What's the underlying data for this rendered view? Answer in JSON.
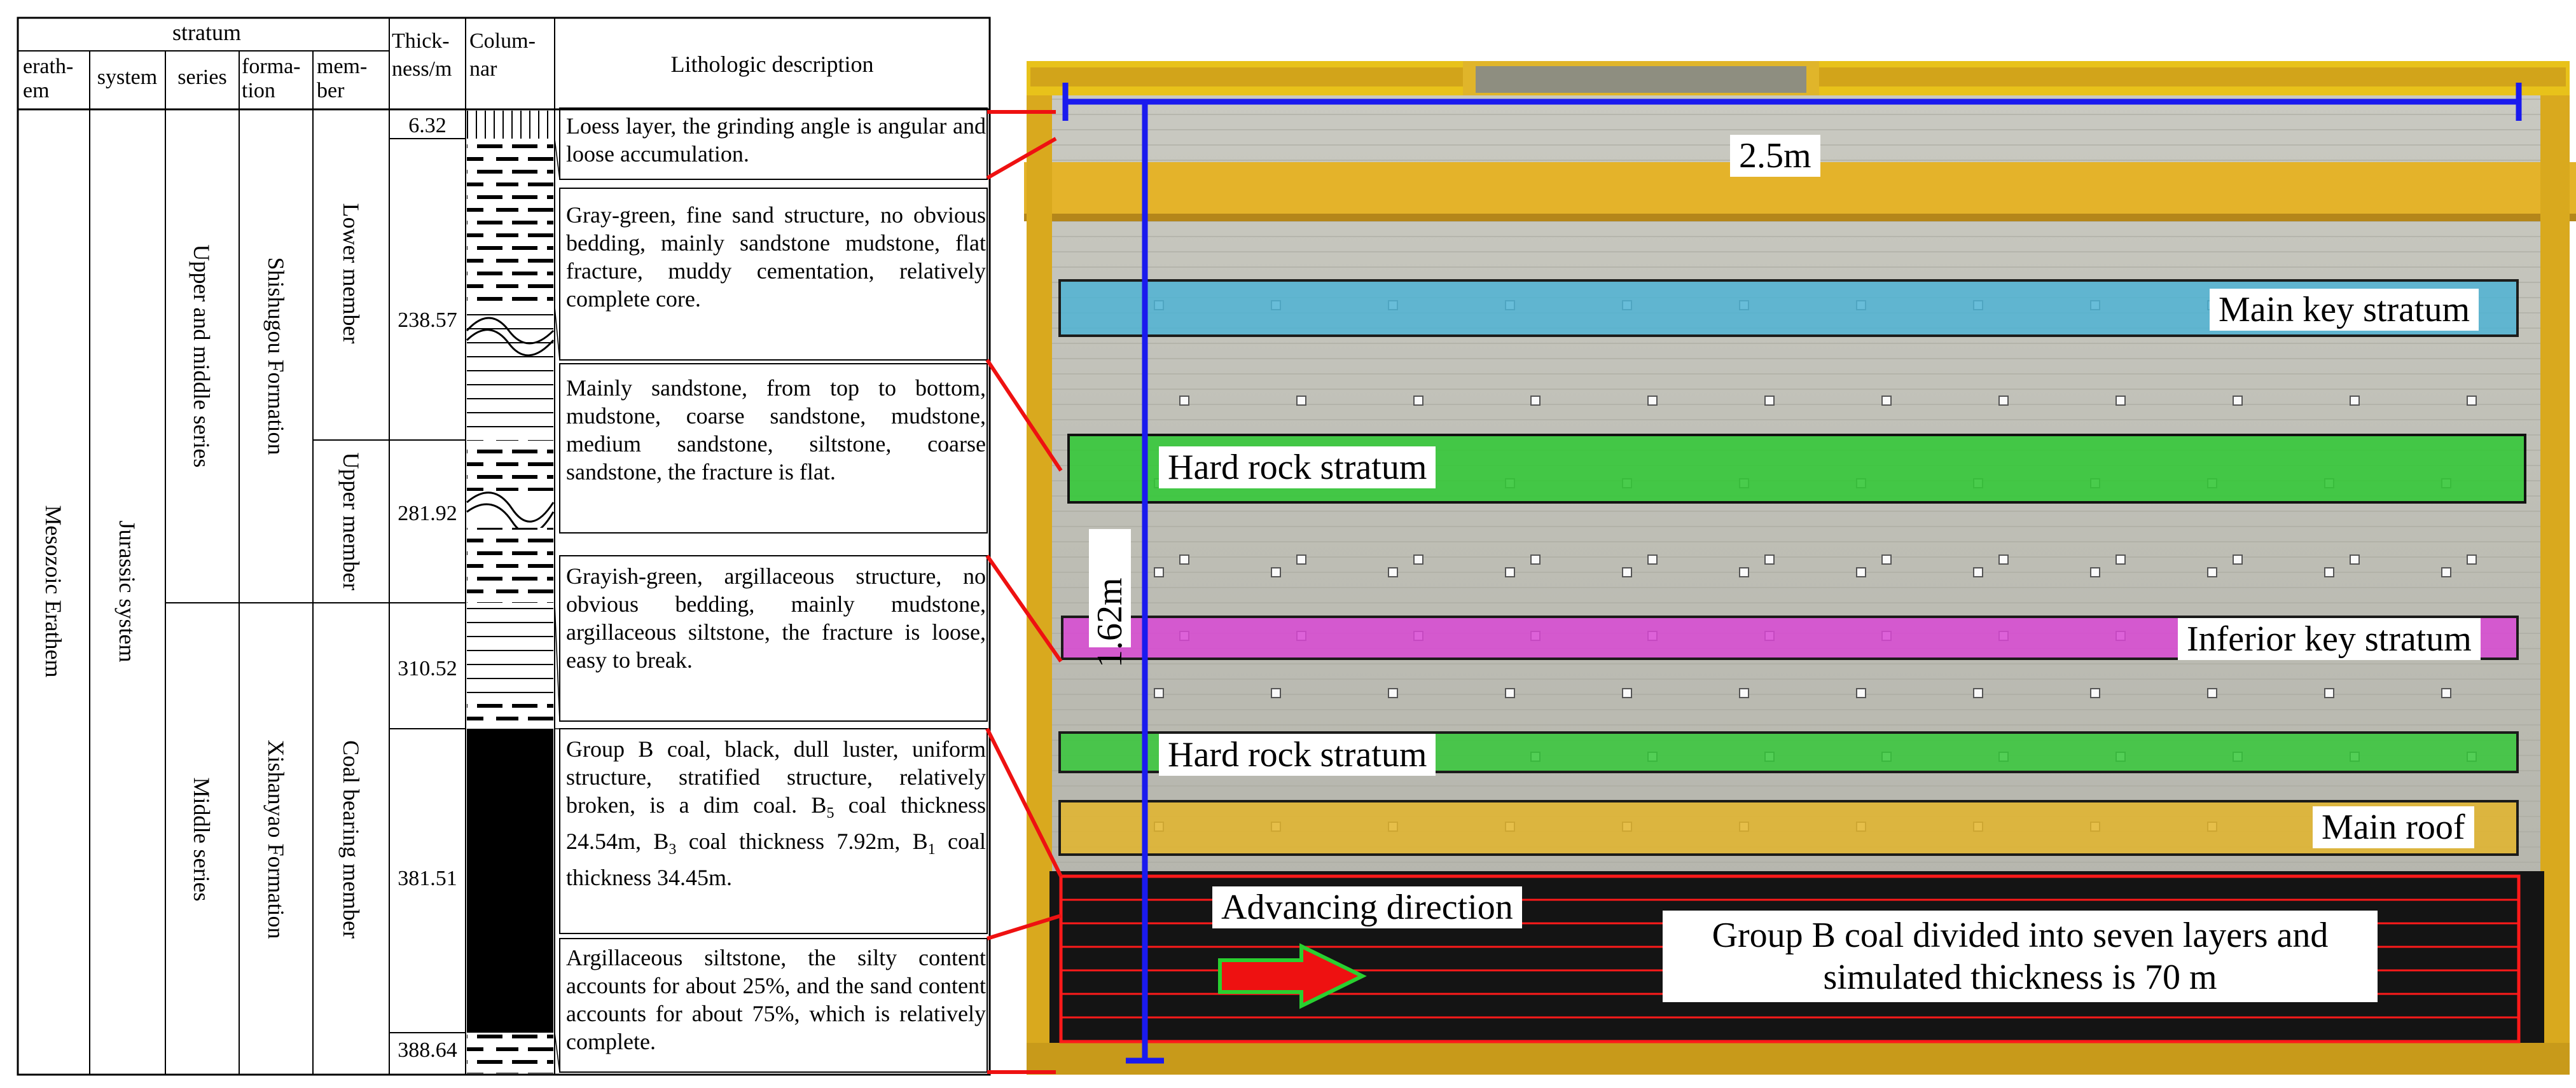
{
  "table": {
    "header": {
      "stratum": "stratum",
      "erathem": "erath-\nem",
      "system": "system",
      "series": "series",
      "formation": "forma-\ntion",
      "member": "mem-\nber",
      "thickness": "Thick-\nness/m",
      "columnar": "Colum-\nnar",
      "description": "Lithologic description"
    },
    "erathem": "Mesozoic Erathem",
    "system": "Jurassic system",
    "series_upper": "Upper and middle series",
    "series_middle": "Middle series",
    "formation_upper": "Shishugou Formation",
    "formation_lower": "Xishanyao Formation",
    "member_lower": "Lower member",
    "member_upper": "Upper member",
    "member_coal": "Coal bearing member",
    "thicknesses": [
      "6.32",
      "238.57",
      "281.92",
      "310.52",
      "381.51",
      "388.64"
    ],
    "descriptions": [
      "Loess layer, the grinding angle is angular and loose accumulation.",
      "Gray-green, fine sand structure, no obvious bedding, mainly sandstone mudstone, flat fracture, muddy cementation, relatively complete core.",
      "Mainly sandstone, from top to bottom, mudstone, coarse sandstone, mudstone, medium sandstone, siltstone, coarse sandstone, the fracture is flat.",
      "Grayish-green, argillaceous structure, no obvious bedding, mainly mudstone, argillaceous siltstone, the fracture is loose, easy to break.",
      "Argillaceous siltstone, the silty content accounts for about 25%, and the sand content accounts for about 75%, which is relatively complete."
    ],
    "coal_description": {
      "text1": "Group B coal, black, dull luster, uniform structure, stratified structure, relatively broken, is a dim coal. B",
      "sub1": "5",
      "text2": " coal thickness 24.54m, B",
      "sub2": "3",
      "text3": " coal thickness 7.92m, B",
      "sub3": "1",
      "text4": " coal thickness 34.45m."
    }
  },
  "model": {
    "width_label": "2.5m",
    "height_label": "1.62m",
    "layers": [
      {
        "name": "Main key stratum",
        "color": "#4fb3d4"
      },
      {
        "name": "Hard rock stratum",
        "color": "#36c83a"
      },
      {
        "name": "Inferior key stratum",
        "color": "#d948d4"
      },
      {
        "name": "Hard rock stratum",
        "color": "#36c83a"
      },
      {
        "name": "Main roof",
        "color": "#e3b52c"
      }
    ],
    "advancing_label": "Advancing direction",
    "coal_label": "Group B coal divided into seven layers and simulated thickness is 70 m",
    "arrow_color": "#ee1111",
    "frame_color": "#e8c21a",
    "dimension_color": "#1a1aee"
  }
}
